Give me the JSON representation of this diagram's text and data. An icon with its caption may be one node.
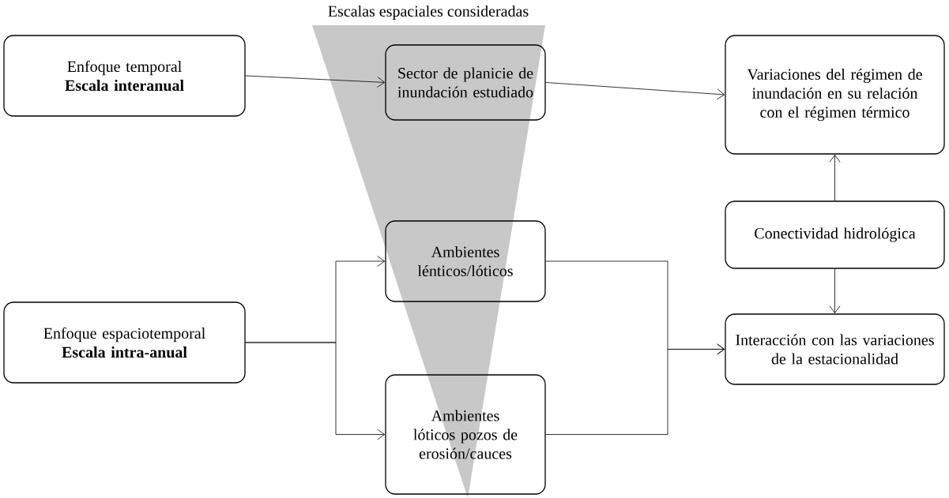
{
  "diagram": {
    "nodes": [
      {
        "text": [
          "Enfoque temporal",
          "Escala interanual"
        ]
      },
      {
        "text": [
          "Sector de planicie de inundación estudiado"
        ]
      },
      {
        "text": [
          "Variaciones del régimen de inundación en su relación con el régimen térmico"
        ]
      },
      {
        "text": [
          "Ambientes lénticos/lóticos"
        ]
      },
      {
        "text": [
          "Conectividad hidrológica"
        ]
      },
      {
        "text": [
          "Enfoque espaciotemporal",
          "Escala intra-anual"
        ]
      },
      {
        "text": [
          "Interacción con las variaciones de la estacionalidad"
        ]
      },
      {
        "text": [
          "Ambientes lóticos pozos de erosión/cauces"
        ]
      }
    ],
    "edges": [
      {
        "from": 0,
        "to": 1,
        "arrow": "to"
      },
      {
        "from": 1,
        "to": 2,
        "arrow": "to"
      },
      {
        "from": 4,
        "to": 2,
        "arrow": "to"
      },
      {
        "from": 4,
        "to": 6,
        "arrow": "to"
      },
      {
        "from": 5,
        "to": 3,
        "arrow": "to"
      },
      {
        "from": 5,
        "to": 7,
        "arrow": "to"
      },
      {
        "from": 3,
        "to": 6,
        "arrow": "to"
      },
      {
        "from": 7,
        "to": 6,
        "arrow": "to"
      }
    ],
    "labels": [
      "Escalas espaciales consideradas"
    ]
  }
}
